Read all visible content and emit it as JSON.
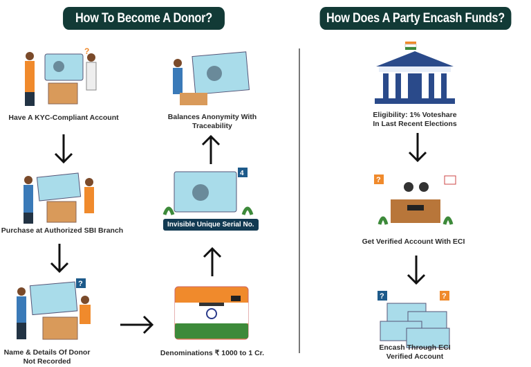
{
  "left_title": "How To Become A Donor?",
  "right_title": "How Does A Party Encash Funds?",
  "donor_steps": [
    {
      "label": "Have A KYC-Compliant Account"
    },
    {
      "label": "Purchase at Authorized SBI Branch"
    },
    {
      "label_line1": "Name & Details Of Donor",
      "label_line2": "Not Recorded"
    },
    {
      "label": "Denominations ₹ 1000 to 1 Cr."
    },
    {
      "label": "Invisible Unique Serial No."
    },
    {
      "label_line1": "Balances Anonymity With",
      "label_line2": "Traceability"
    }
  ],
  "party_steps": [
    {
      "label_line1": "Eligibility: 1% Voteshare",
      "label_line2": "In Last Recent Elections"
    },
    {
      "label": "Get Verified Account With ECI"
    },
    {
      "label_line1": "Encash Through ECI",
      "label_line2": "Verified Account"
    }
  ],
  "colors": {
    "pill": "#123a36",
    "saffron": "#f08a2c",
    "green": "#3d8a3a",
    "bond": "#a9dcea"
  }
}
